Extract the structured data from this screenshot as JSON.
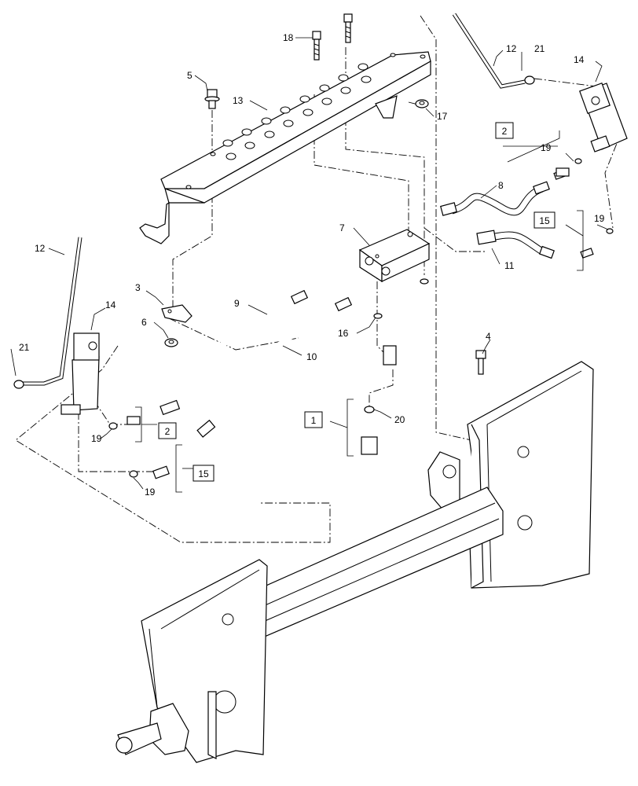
{
  "callouts": [
    {
      "id": "c1",
      "text": "18"
    },
    {
      "id": "c2",
      "text": "5"
    },
    {
      "id": "c3",
      "text": "13"
    },
    {
      "id": "c4",
      "text": "17"
    },
    {
      "id": "c5",
      "text": "12"
    },
    {
      "id": "c6",
      "text": "21"
    },
    {
      "id": "c7",
      "text": "14"
    },
    {
      "id": "c8",
      "text": "19"
    },
    {
      "id": "c9",
      "text": "8"
    },
    {
      "id": "c10",
      "text": "19"
    },
    {
      "id": "c11",
      "text": "11"
    },
    {
      "id": "c12",
      "text": "7"
    },
    {
      "id": "c13",
      "text": "12"
    },
    {
      "id": "c14",
      "text": "14"
    },
    {
      "id": "c15",
      "text": "3"
    },
    {
      "id": "c16",
      "text": "9"
    },
    {
      "id": "c17",
      "text": "6"
    },
    {
      "id": "c18",
      "text": "16"
    },
    {
      "id": "c19",
      "text": "10"
    },
    {
      "id": "c20",
      "text": "4"
    },
    {
      "id": "c21",
      "text": "21"
    },
    {
      "id": "c22",
      "text": "20"
    },
    {
      "id": "c23",
      "text": "19"
    },
    {
      "id": "c24",
      "text": "19"
    }
  ],
  "boxed_callouts": [
    {
      "id": "b1",
      "text": "2"
    },
    {
      "id": "b2",
      "text": "15"
    },
    {
      "id": "b3",
      "text": "1"
    },
    {
      "id": "b4",
      "text": "2"
    },
    {
      "id": "b5",
      "text": "15"
    }
  ]
}
